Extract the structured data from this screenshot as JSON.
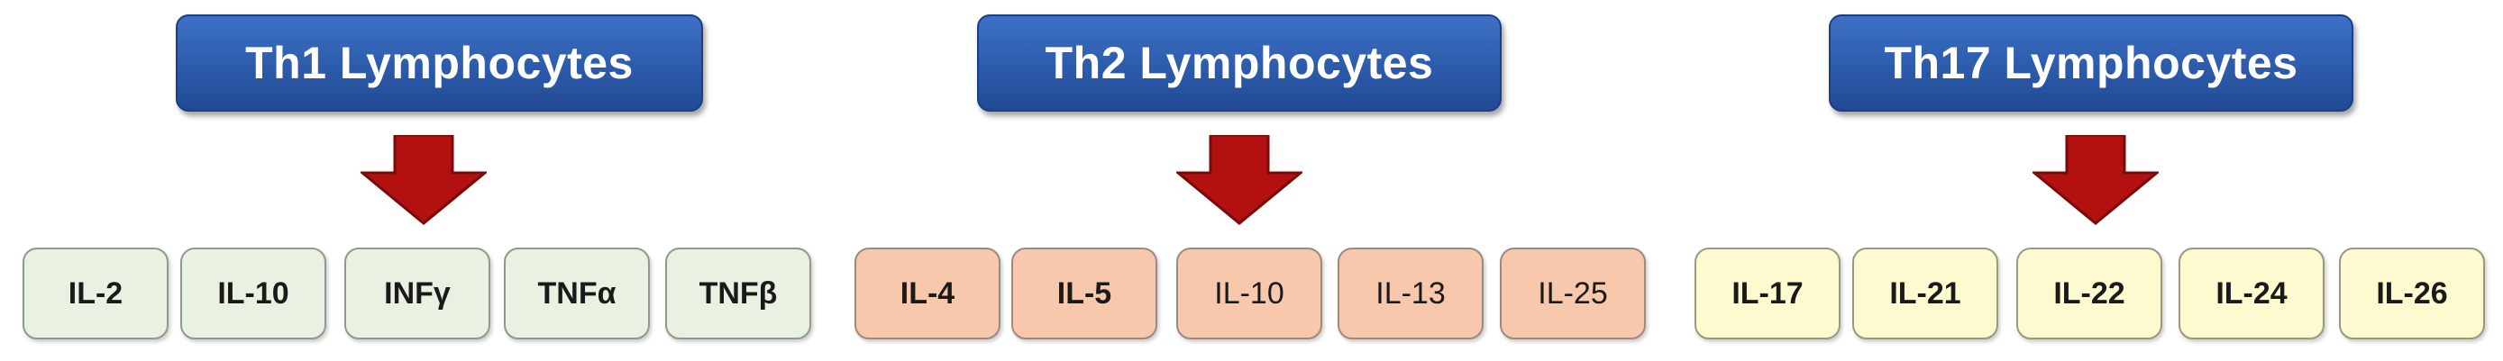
{
  "groups": [
    {
      "title": "Th1 Lymphocytes",
      "cytokines": [
        "IL-2",
        "IL-10",
        "INFγ",
        "TNFα",
        "TNFβ"
      ]
    },
    {
      "title": "Th2 Lymphocytes",
      "cytokines": [
        "IL-4",
        "IL-5",
        "IL-10",
        "IL-13",
        "IL-25"
      ]
    },
    {
      "title": "Th17 Lymphocytes",
      "cytokines": [
        "IL-17",
        "IL-21",
        "IL-22",
        "IL-24",
        "IL-26"
      ]
    }
  ],
  "colors": {
    "header_blue": "#2f5fb0",
    "arrow_red": "#b31010",
    "th1_box": "#e8f1e2",
    "th2_box": "#f7c8ac",
    "th17_box": "#fdfad0"
  },
  "icons": {
    "arrow": "down-arrow-icon"
  }
}
